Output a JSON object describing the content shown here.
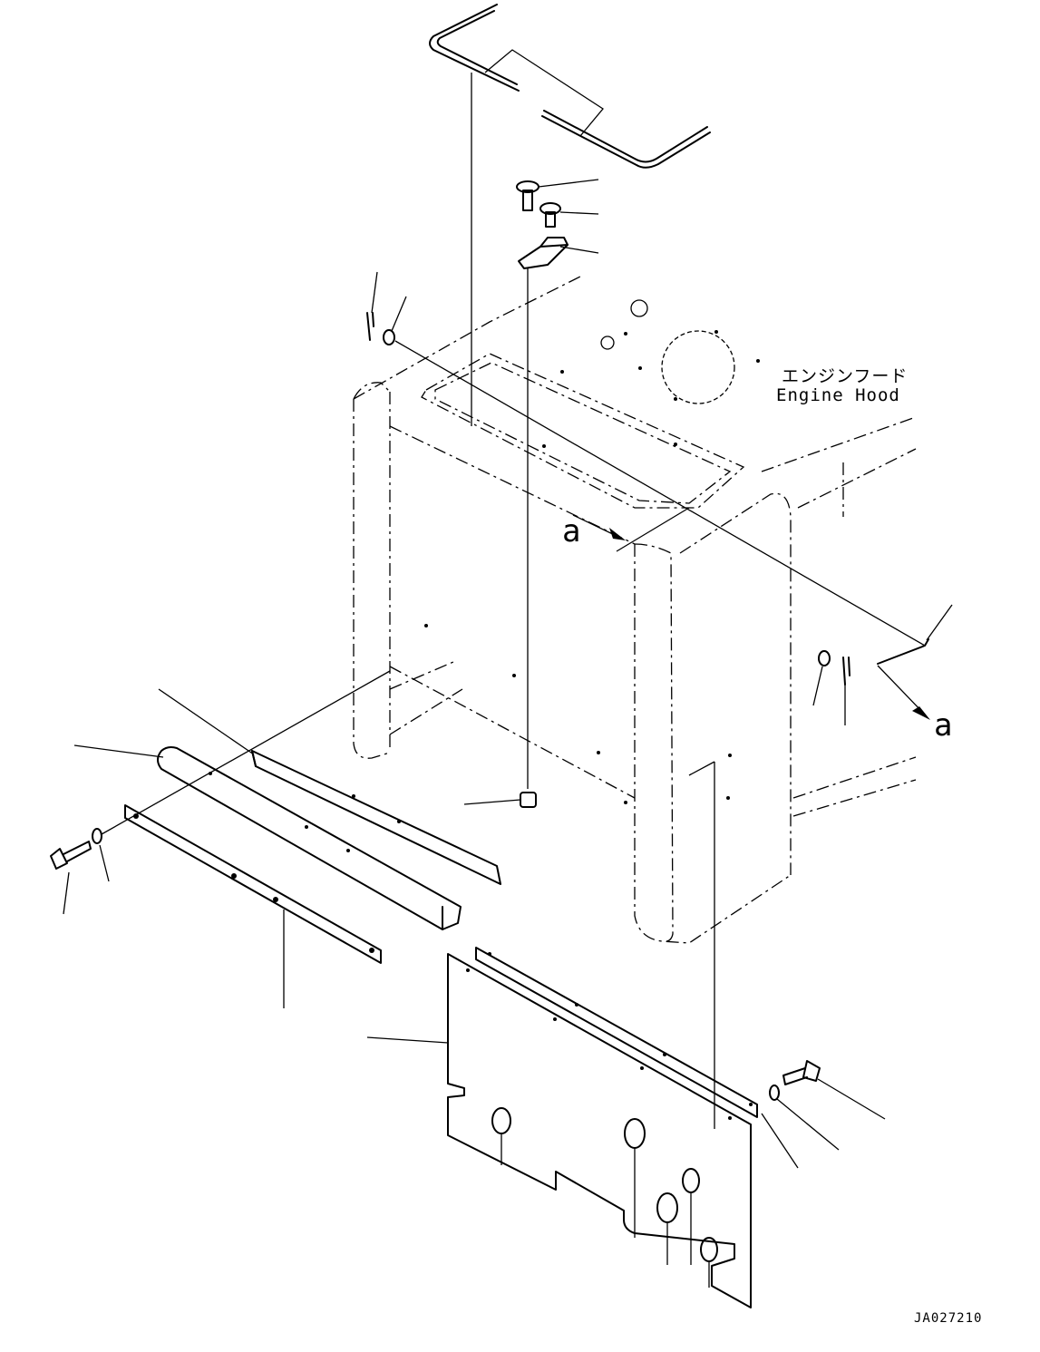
{
  "labels": {
    "engine_hood_jp": "エンジンフード",
    "engine_hood_en": "Engine Hood",
    "view_mark_upper": "a",
    "view_mark_right": "a",
    "drawing_code": "JA027210"
  }
}
